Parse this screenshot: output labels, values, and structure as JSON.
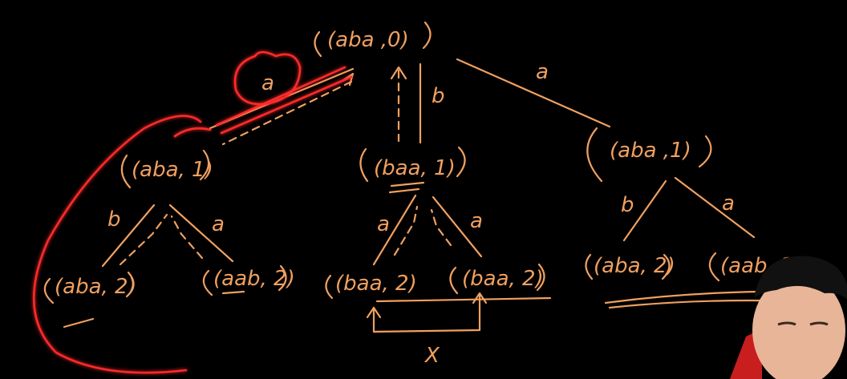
{
  "diagram": {
    "nodes": {
      "root": "(aba ,0)",
      "l1_left": "(aba, 1)",
      "l1_mid": "(baa, 1)",
      "l1_right": "(aba ,1)",
      "l2_ll": "(aba, 2)",
      "l2_lr": "(aab, 2)",
      "l2_ml": "(baa, 2)",
      "l2_mr": "(baa, 2)",
      "l2_rl": "(aba, 2)",
      "l2_rr": "(aab, 2"
    },
    "edges": {
      "root_left": "a",
      "root_mid": "b",
      "root_right": "a",
      "left_b": "b",
      "left_a": "a",
      "mid_a1": "a",
      "mid_a2": "a",
      "right_b": "b",
      "right_a": "a"
    },
    "marks": {
      "cross": "X"
    }
  },
  "colors": {
    "background": "#000000",
    "ink": "#f0a060",
    "highlight": "#ff2a2a"
  }
}
